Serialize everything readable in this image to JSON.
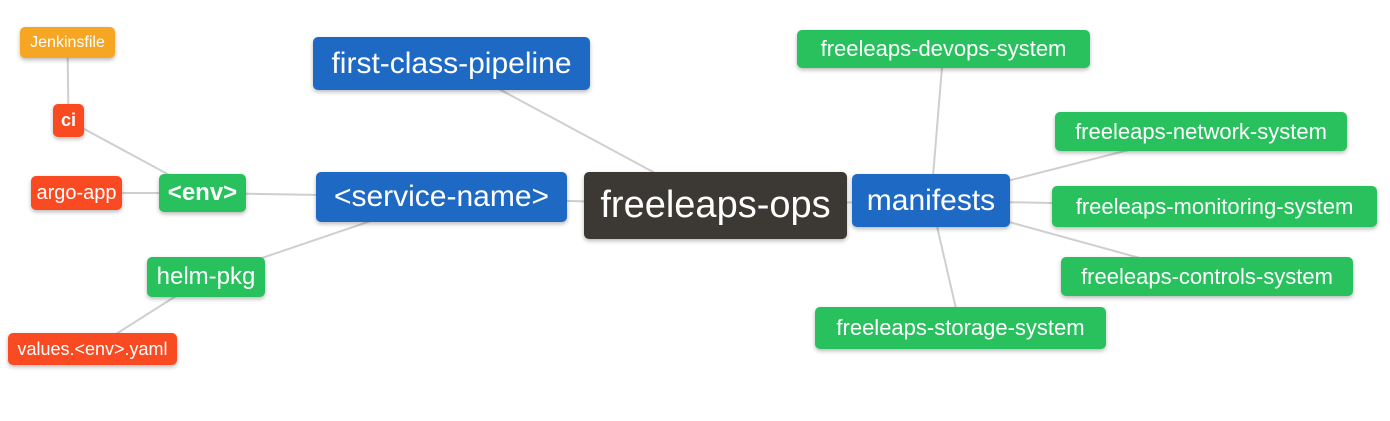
{
  "diagram": {
    "type": "mindmap",
    "root": "freeleaps-ops",
    "palette": {
      "blue": "#1E69C3",
      "green": "#28C15E",
      "red": "#F94A21",
      "amber": "#F7A623",
      "dark": "#3C3834",
      "edge": "#CFCFCF"
    },
    "nodes": {
      "jenkinsfile": {
        "label": "Jenkinsfile",
        "color": "amber"
      },
      "ci": {
        "label": "ci",
        "color": "red"
      },
      "argo_app": {
        "label": "argo-app",
        "color": "red"
      },
      "env": {
        "label": "<env>",
        "color": "green"
      },
      "first_class_pipeline": {
        "label": "first-class-pipeline",
        "color": "blue"
      },
      "service_name": {
        "label": "<service-name>",
        "color": "blue"
      },
      "helm_pkg": {
        "label": "helm-pkg",
        "color": "green"
      },
      "values_env_yaml": {
        "label": "values.<env>.yaml",
        "color": "red"
      },
      "freeleaps_ops": {
        "label": "freeleaps-ops",
        "color": "dark"
      },
      "manifests": {
        "label": "manifests",
        "color": "blue"
      },
      "devops_system": {
        "label": "freeleaps-devops-system",
        "color": "green"
      },
      "network_system": {
        "label": "freeleaps-network-system",
        "color": "green"
      },
      "monitoring_system": {
        "label": "freeleaps-monitoring-system",
        "color": "green"
      },
      "controls_system": {
        "label": "freeleaps-controls-system",
        "color": "green"
      },
      "storage_system": {
        "label": "freeleaps-storage-system",
        "color": "green"
      }
    },
    "edges": [
      {
        "from": "jenkinsfile",
        "to": "ci"
      },
      {
        "from": "ci",
        "to": "env"
      },
      {
        "from": "argo_app",
        "to": "env"
      },
      {
        "from": "env",
        "to": "service_name"
      },
      {
        "from": "helm_pkg",
        "to": "service_name"
      },
      {
        "from": "helm_pkg",
        "to": "values_env_yaml"
      },
      {
        "from": "service_name",
        "to": "freeleaps_ops"
      },
      {
        "from": "first_class_pipeline",
        "to": "freeleaps_ops"
      },
      {
        "from": "freeleaps_ops",
        "to": "manifests"
      },
      {
        "from": "manifests",
        "to": "devops_system"
      },
      {
        "from": "manifests",
        "to": "network_system"
      },
      {
        "from": "manifests",
        "to": "monitoring_system"
      },
      {
        "from": "manifests",
        "to": "controls_system"
      },
      {
        "from": "manifests",
        "to": "storage_system"
      }
    ]
  }
}
